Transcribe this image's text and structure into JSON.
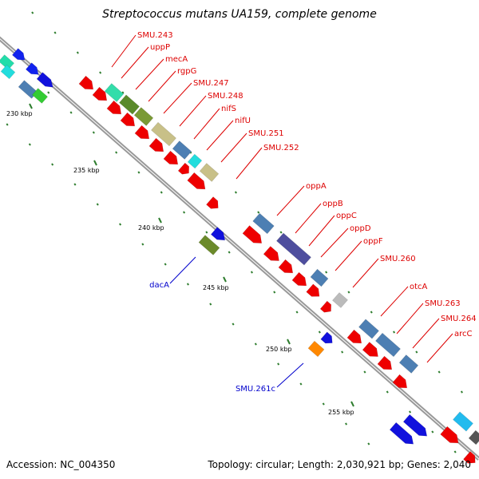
{
  "title": "Streptococcus mutans UA159, complete genome",
  "footer": {
    "accession": "Accession: NC_004350",
    "summary": "Topology: circular; Length: 2,030,921 bp; Genes: 2,040"
  },
  "colors": {
    "forward_label": "#dd0000",
    "reverse_label": "#0000cc",
    "scale_tick": "#2e7d2e",
    "backbone": "#888888"
  },
  "scale_labels": [
    "230 kbp",
    "235 kbp",
    "240 kbp",
    "245 kbp",
    "250 kbp",
    "255 kbp"
  ],
  "gene_labels": [
    {
      "text": "SMU.243",
      "strand": "forward"
    },
    {
      "text": "uppP",
      "strand": "forward"
    },
    {
      "text": "mecA",
      "strand": "forward"
    },
    {
      "text": "rgpG",
      "strand": "forward"
    },
    {
      "text": "SMU.247",
      "strand": "forward"
    },
    {
      "text": "SMU.248",
      "strand": "forward"
    },
    {
      "text": "nifS",
      "strand": "forward"
    },
    {
      "text": "nifU",
      "strand": "forward"
    },
    {
      "text": "SMU.251",
      "strand": "forward"
    },
    {
      "text": "SMU.252",
      "strand": "forward"
    },
    {
      "text": "oppA",
      "strand": "forward"
    },
    {
      "text": "oppB",
      "strand": "forward"
    },
    {
      "text": "oppC",
      "strand": "forward"
    },
    {
      "text": "oppD",
      "strand": "forward"
    },
    {
      "text": "oppF",
      "strand": "forward"
    },
    {
      "text": "SMU.260",
      "strand": "forward"
    },
    {
      "text": "otcA",
      "strand": "forward"
    },
    {
      "text": "SMU.263",
      "strand": "forward"
    },
    {
      "text": "SMU.264",
      "strand": "forward"
    },
    {
      "text": "arcC",
      "strand": "forward"
    },
    {
      "text": "dacA",
      "strand": "reverse"
    },
    {
      "text": "SMU.261c",
      "strand": "reverse"
    }
  ]
}
